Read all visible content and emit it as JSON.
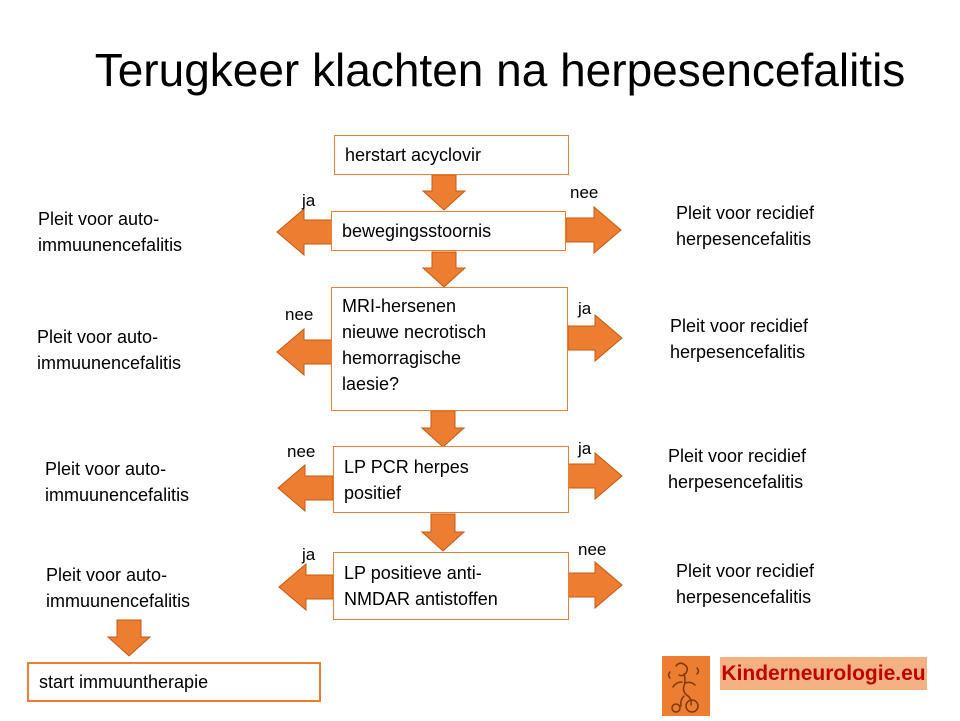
{
  "title": "Terugkeer klachten na herpesencefalitis",
  "nodes": {
    "start": "herstart acyclovir",
    "q1": "bewegingsstoornis",
    "q2": "MRI-hersenen\nnieuwe necrotisch\nhemorragische\nlaesie?",
    "q3": "LP PCR herpes\npositief",
    "q4": "LP positieve anti-\nNMDAR antistoffen",
    "end": "start immuuntherapie"
  },
  "outcomes": {
    "auto": "Pleit voor auto-\nimmuunencefalitis",
    "recidief": "Pleit voor recidief\nherpesencefalitis"
  },
  "branch_labels": {
    "q1_left": "ja",
    "q1_right": "nee",
    "q2_left": "nee",
    "q2_right": "ja",
    "q3_left": "nee",
    "q3_right": "ja",
    "q4_left": "ja",
    "q4_right": "nee"
  },
  "brand": "Kinderneurologie.eu",
  "colors": {
    "accent": "#ED7D31",
    "accent_light": "#F4B183",
    "brand_text": "#C00000"
  }
}
